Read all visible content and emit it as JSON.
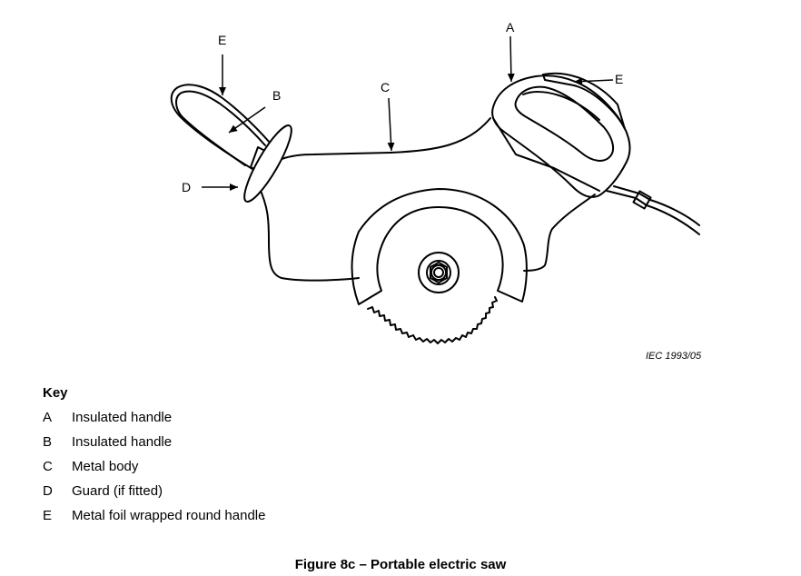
{
  "diagram": {
    "callouts": {
      "a": "A",
      "b": "B",
      "c": "C",
      "d": "D",
      "e_left": "E",
      "e_right": "E"
    },
    "reference": "IEC   1993/05"
  },
  "key": {
    "title": "Key",
    "items": [
      {
        "letter": "A",
        "text": "Insulated handle"
      },
      {
        "letter": "B",
        "text": "Insulated handle"
      },
      {
        "letter": "C",
        "text": "Metal body"
      },
      {
        "letter": "D",
        "text": "Guard (if fitted)"
      },
      {
        "letter": "E",
        "text": "Metal foil wrapped round handle"
      }
    ]
  },
  "caption": "Figure 8c – Portable electric saw"
}
